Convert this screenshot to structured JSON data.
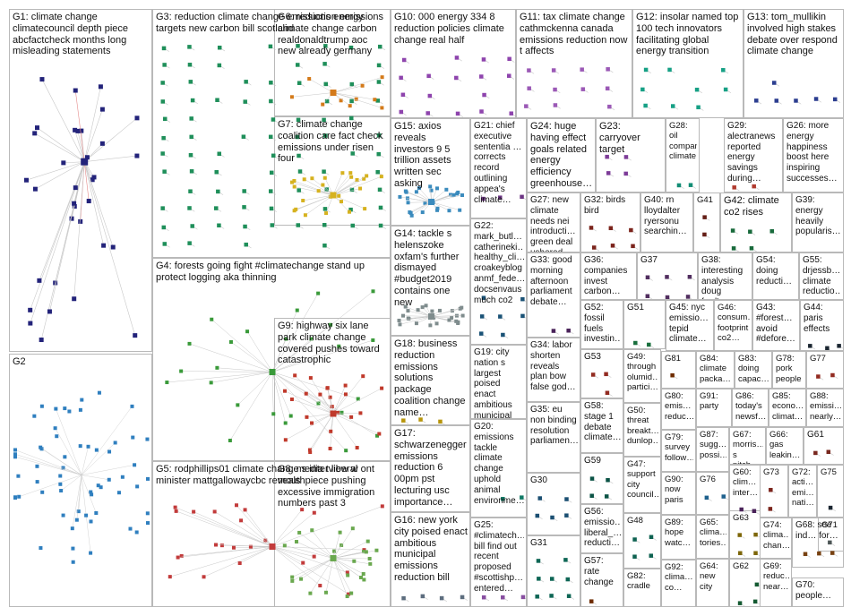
{
  "colors": {
    "tile_border": "#b9b9b9",
    "edge": "#c8c8c8",
    "edge_red": "#e48b8b"
  },
  "groups": [
    {
      "id": "G1",
      "label": "G1: climate change climatecouncil depth piece abcfactcheck months long misleading statements",
      "color": "#23237a"
    },
    {
      "id": "G2",
      "label": "G2",
      "color": "#2f7fbf"
    },
    {
      "id": "G3",
      "label": "G3: reduction climate change emissions energy targets new carbon bill scotland",
      "color": "#1f8f5a"
    },
    {
      "id": "G4",
      "label": "G4: forests going fight #climatechange stand up protect logging aka thinning",
      "color": "#3a9a3a"
    },
    {
      "id": "G5",
      "label": "G5: rodphillips01 climate change s interview w ont minister mattgallowaycbc reveals",
      "color": "#c23b3b"
    },
    {
      "id": "G6",
      "label": "G6: reduction emissions climate change carbon realdonaldtrump aoc new already germany",
      "color": "#d47a1a"
    },
    {
      "id": "G7",
      "label": "G7: climate change coalition care fact check emissions under risen four",
      "color": "#d6b21f"
    },
    {
      "id": "G8",
      "label": "G8: media t liberal mouthpiece pushing excessive immigration numbers past 3",
      "color": "#6aa84f"
    },
    {
      "id": "G9",
      "label": "G9: highway six lane park climate change covered pushes toward catastrophic",
      "color": "#c0392b"
    },
    {
      "id": "G10",
      "label": "G10: 000 energy 334 8 reduction policies climate change real half",
      "color": "#8e44ad"
    },
    {
      "id": "G11",
      "label": "G11: tax climate change cathmckenna canada emissions reduction now t affects",
      "color": "#9b59b6"
    },
    {
      "id": "G12",
      "label": "G12: insolar named top 100 tech innovators facilitating global energy transition",
      "color": "#16a085"
    },
    {
      "id": "G13",
      "label": "G13: tom_mullikin involved high stakes debate over respond climate change",
      "color": "#2c3e90"
    },
    {
      "id": "G14",
      "label": "G14: tackle s helenszoke oxfam's further dismayed #budget2019 contains one new",
      "color": "#7f8c8d"
    },
    {
      "id": "G15",
      "label": "G15: axios reveals investors 9 5 trillion assets written sec asking",
      "color": "#3b8bbd"
    },
    {
      "id": "G16",
      "label": "G16: new york city poised enact ambitious municipal emissions reduction bill",
      "color": "#5d6d7e"
    },
    {
      "id": "G17",
      "label": "G17: schwarzenegger emissions reduction 6 00pm pst lecturing usc importance…",
      "color": "#a04000"
    },
    {
      "id": "G18",
      "label": "G18: business reduction emissions solutions package coalition change name…",
      "color": "#b7950b"
    },
    {
      "id": "G19",
      "label": "G19: city nation s largest poised enact ambitious municipal emissions…",
      "color": "#1e8449"
    },
    {
      "id": "G20",
      "label": "G20: emissions tackle climate change uphold animal environme…",
      "color": "#117a65"
    },
    {
      "id": "G21",
      "label": "G21: chief executive sententia … corrects record outlining appea's climate…",
      "color": "#6c3483"
    },
    {
      "id": "G22",
      "label": "G22: mark_butl… catherineki… healthy_cli… croakeyblog anmf_fede… docsenvaus much co2",
      "color": "#1a5276"
    },
    {
      "id": "G23",
      "label": "G23: carryover target",
      "color": "#7d3c98"
    },
    {
      "id": "G24",
      "label": "G24: huge having effect goals related energy efficiency greenhouse…",
      "color": "#229954"
    },
    {
      "id": "G25",
      "label": "G25: #climatech… bill find out recent proposed #scottishp… entered…",
      "color": "#884ea0"
    },
    {
      "id": "G26",
      "label": "G26: more energy happiness boost here inspiring successes…",
      "color": "#ca6f1e"
    },
    {
      "id": "G27",
      "label": "G27: new climate needs nei introducti… green deal ushered…",
      "color": "#2e86c1"
    },
    {
      "id": "G28",
      "label": "G28: oil companies climate",
      "color": "#138d75"
    },
    {
      "id": "G29",
      "label": "G29: alectranews reported energy savings during…",
      "color": "#b03a2e"
    },
    {
      "id": "G30",
      "label": "G30",
      "color": "#1b4f72"
    },
    {
      "id": "G31",
      "label": "G31",
      "color": "#0e6655"
    },
    {
      "id": "G32",
      "label": "G32: birds bird",
      "color": "#7b241c"
    },
    {
      "id": "G33",
      "label": "G33: good morning afternoon parliament debate…",
      "color": "#4a235a"
    },
    {
      "id": "G34",
      "label": "G34: labor shorten reveals plan bow false god…",
      "color": "#784212"
    },
    {
      "id": "G35",
      "label": "G35: eu non binding resolution parliamen…",
      "color": "#1f618d"
    },
    {
      "id": "G36",
      "label": "G36: companies invest carbon…",
      "color": "#0b5345"
    },
    {
      "id": "G37",
      "label": "G37",
      "color": "#512e5f"
    },
    {
      "id": "G38",
      "label": "G38: interesting analysis doug ford's…",
      "color": "#7e5109"
    },
    {
      "id": "G39",
      "label": "G39: energy heavily popularis…",
      "color": "#154360"
    },
    {
      "id": "G40",
      "label": "G40: rn lloydalter ryersonu searchin…",
      "color": "#78281f"
    },
    {
      "id": "G41",
      "label": "G41",
      "color": "#641e16"
    },
    {
      "id": "G42",
      "label": "G42: climate co2 rises",
      "color": "#186a3b"
    },
    {
      "id": "G43",
      "label": "G43: #forest… avoid #defore…",
      "color": "#6e2c00"
    },
    {
      "id": "G44",
      "label": "G44: paris effects",
      "color": "#1b2631"
    },
    {
      "id": "G45",
      "label": "G45: nyc emissio… tepid climate…",
      "color": "#4d5656"
    },
    {
      "id": "G46",
      "label": "G46: consum… footprint co2…",
      "color": "#7b7d7d"
    },
    {
      "id": "G47",
      "label": "G47: support city council…",
      "color": "#145a32"
    },
    {
      "id": "G48",
      "label": "G48",
      "color": "#0e6251"
    },
    {
      "id": "G49",
      "label": "G49: through olumid… partici…",
      "color": "#4a235a"
    },
    {
      "id": "G50",
      "label": "G50: threat breakt… dunlop…",
      "color": "#1a5276"
    },
    {
      "id": "G51",
      "label": "G51",
      "color": "#196f3d"
    },
    {
      "id": "G52",
      "label": "G52: fossil fuels investin…",
      "color": "#7e5109"
    },
    {
      "id": "G53",
      "label": "G53",
      "color": "#922b21"
    },
    {
      "id": "G54",
      "label": "G54: doing reducti…",
      "color": "#1f618d"
    },
    {
      "id": "G55",
      "label": "G55: drjessb… climate reductio…",
      "color": "#117864"
    },
    {
      "id": "G56",
      "label": "G56: emissio… liberal_… reducti…",
      "color": "#5b2c6f"
    },
    {
      "id": "G57",
      "label": "G57: rate change",
      "color": "#6e2c00"
    },
    {
      "id": "G58",
      "label": "G58: stage 1 debate climate…",
      "color": "#1b4f72"
    },
    {
      "id": "G59",
      "label": "G59",
      "color": "#0b5345"
    },
    {
      "id": "G60",
      "label": "G60: clim… inter…",
      "color": "#4a235a"
    },
    {
      "id": "G61",
      "label": "G61",
      "color": "#78281f"
    },
    {
      "id": "G62",
      "label": "G62",
      "color": "#145a32"
    },
    {
      "id": "G63",
      "label": "G63",
      "color": "#7d6608"
    },
    {
      "id": "G64",
      "label": "G64: new city",
      "color": "#154360"
    },
    {
      "id": "G65",
      "label": "G65: clima… tories…",
      "color": "#641e16"
    },
    {
      "id": "G66",
      "label": "G66: gas leakin…",
      "color": "#0e6251"
    },
    {
      "id": "G67",
      "label": "G67: morris… s pitch…",
      "color": "#512e5f"
    },
    {
      "id": "G68",
      "label": "G68: see ind… for…",
      "color": "#784212"
    },
    {
      "id": "G69",
      "label": "G69: reduc… near…",
      "color": "#1a5276"
    },
    {
      "id": "G70",
      "label": "G70: people…",
      "color": "#186a3b"
    },
    {
      "id": "G71",
      "label": "G71",
      "color": "#4d5656"
    },
    {
      "id": "G72",
      "label": "G72: acti… emi… nati…",
      "color": "#6c3483"
    },
    {
      "id": "G73",
      "label": "G73",
      "color": "#7b241c"
    },
    {
      "id": "G74",
      "label": "G74: clima… chan…",
      "color": "#0b5345"
    },
    {
      "id": "G75",
      "label": "G75",
      "color": "#1b2631"
    },
    {
      "id": "G76",
      "label": "G76",
      "color": "#1f618d"
    },
    {
      "id": "G77",
      "label": "G77",
      "color": "#922b21"
    },
    {
      "id": "G78",
      "label": "G78: pork people",
      "color": "#7e5109"
    },
    {
      "id": "G79",
      "label": "G79: survey follow…",
      "color": "#117864"
    },
    {
      "id": "G80",
      "label": "G80: emis… reduc…",
      "color": "#5b2c6f"
    },
    {
      "id": "G81",
      "label": "G81",
      "color": "#6e2c00"
    },
    {
      "id": "G82",
      "label": "G82: cradle",
      "color": "#1b4f72"
    },
    {
      "id": "G83",
      "label": "G83: doing capac…",
      "color": "#0e6655"
    },
    {
      "id": "G84",
      "label": "G84: climate packa…",
      "color": "#4a235a"
    },
    {
      "id": "G85",
      "label": "G85: econo… climat…",
      "color": "#78281f"
    },
    {
      "id": "G86",
      "label": "G86: today's newsf…",
      "color": "#145a32"
    },
    {
      "id": "G87",
      "label": "G87: sugg… possi…",
      "color": "#7d6608"
    },
    {
      "id": "G88",
      "label": "G88: emissi… nearly…",
      "color": "#154360"
    },
    {
      "id": "G89",
      "label": "G89: hope watc…",
      "color": "#641e16"
    },
    {
      "id": "G90",
      "label": "G90: now paris",
      "color": "#0e6251"
    },
    {
      "id": "G91",
      "label": "G91: party",
      "color": "#512e5f"
    },
    {
      "id": "G92",
      "label": "G92: clima… co…",
      "color": "#784212"
    }
  ]
}
